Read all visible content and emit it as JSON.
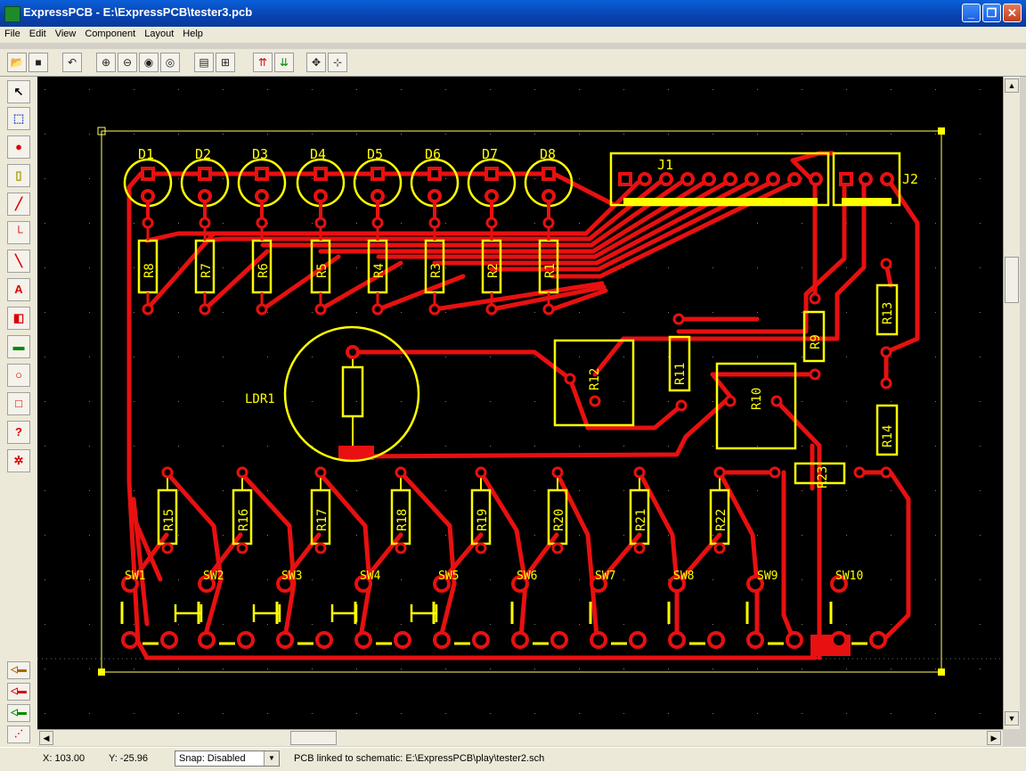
{
  "window": {
    "title": "ExpressPCB - E:\\ExpressPCB\\tester3.pcb",
    "minimize": "_",
    "restore": "❐",
    "close": "✕"
  },
  "menu": [
    "File",
    "Edit",
    "View",
    "Component",
    "Layout",
    "Help"
  ],
  "toolbar": {
    "icons": [
      "open-icon",
      "save-icon",
      "undo-icon",
      "zoom-in-icon",
      "zoom-out-icon",
      "zoom-actual-icon",
      "zoom-page-icon",
      "properties-icon",
      "component-browse-icon",
      "top-layer-icon",
      "bottom-layer-icon",
      "pan-icon",
      "center-icon"
    ]
  },
  "tools": {
    "icons": [
      "pointer-icon",
      "select-box-icon",
      "pad-icon",
      "component-icon",
      "trace-icon",
      "corner-icon",
      "diagonal-icon",
      "text-icon",
      "group-icon",
      "fill-icon",
      "circle-icon",
      "rectangle-icon",
      "query-icon",
      "net-icon"
    ],
    "layers": [
      "top-layer-icon",
      "bottom-layer-icon",
      "silkscreen-layer-icon",
      "ratsnest-icon"
    ]
  },
  "pcb": {
    "leds": [
      "D1",
      "D2",
      "D3",
      "D4",
      "D5",
      "D6",
      "D7",
      "D8"
    ],
    "top_resistors": [
      "R8",
      "R7",
      "R6",
      "R5",
      "R4",
      "R3",
      "R2",
      "R1"
    ],
    "bottom_resistors": [
      "R15",
      "R16",
      "R17",
      "R18",
      "R19",
      "R20",
      "R21",
      "R22"
    ],
    "switches": [
      "SW1",
      "SW2",
      "SW3",
      "SW4",
      "SW5",
      "SW6",
      "SW7",
      "SW8",
      "SW9",
      "SW10"
    ],
    "connectors": [
      "J1",
      "J2"
    ],
    "ldr": "LDR1",
    "r9": "R9",
    "r10": "R10",
    "r11": "R11",
    "r12": "R12",
    "r13": "R13",
    "r14": "R14",
    "r23": "R23",
    "colors": {
      "trace": "#e81010",
      "silk": "#ffff00",
      "board": "#000000"
    }
  },
  "status": {
    "x": "X: 103.00",
    "y": "Y: -25.96",
    "snap": "Snap: Disabled",
    "link": "PCB linked to schematic:  E:\\ExpressPCB\\play\\tester2.sch"
  }
}
